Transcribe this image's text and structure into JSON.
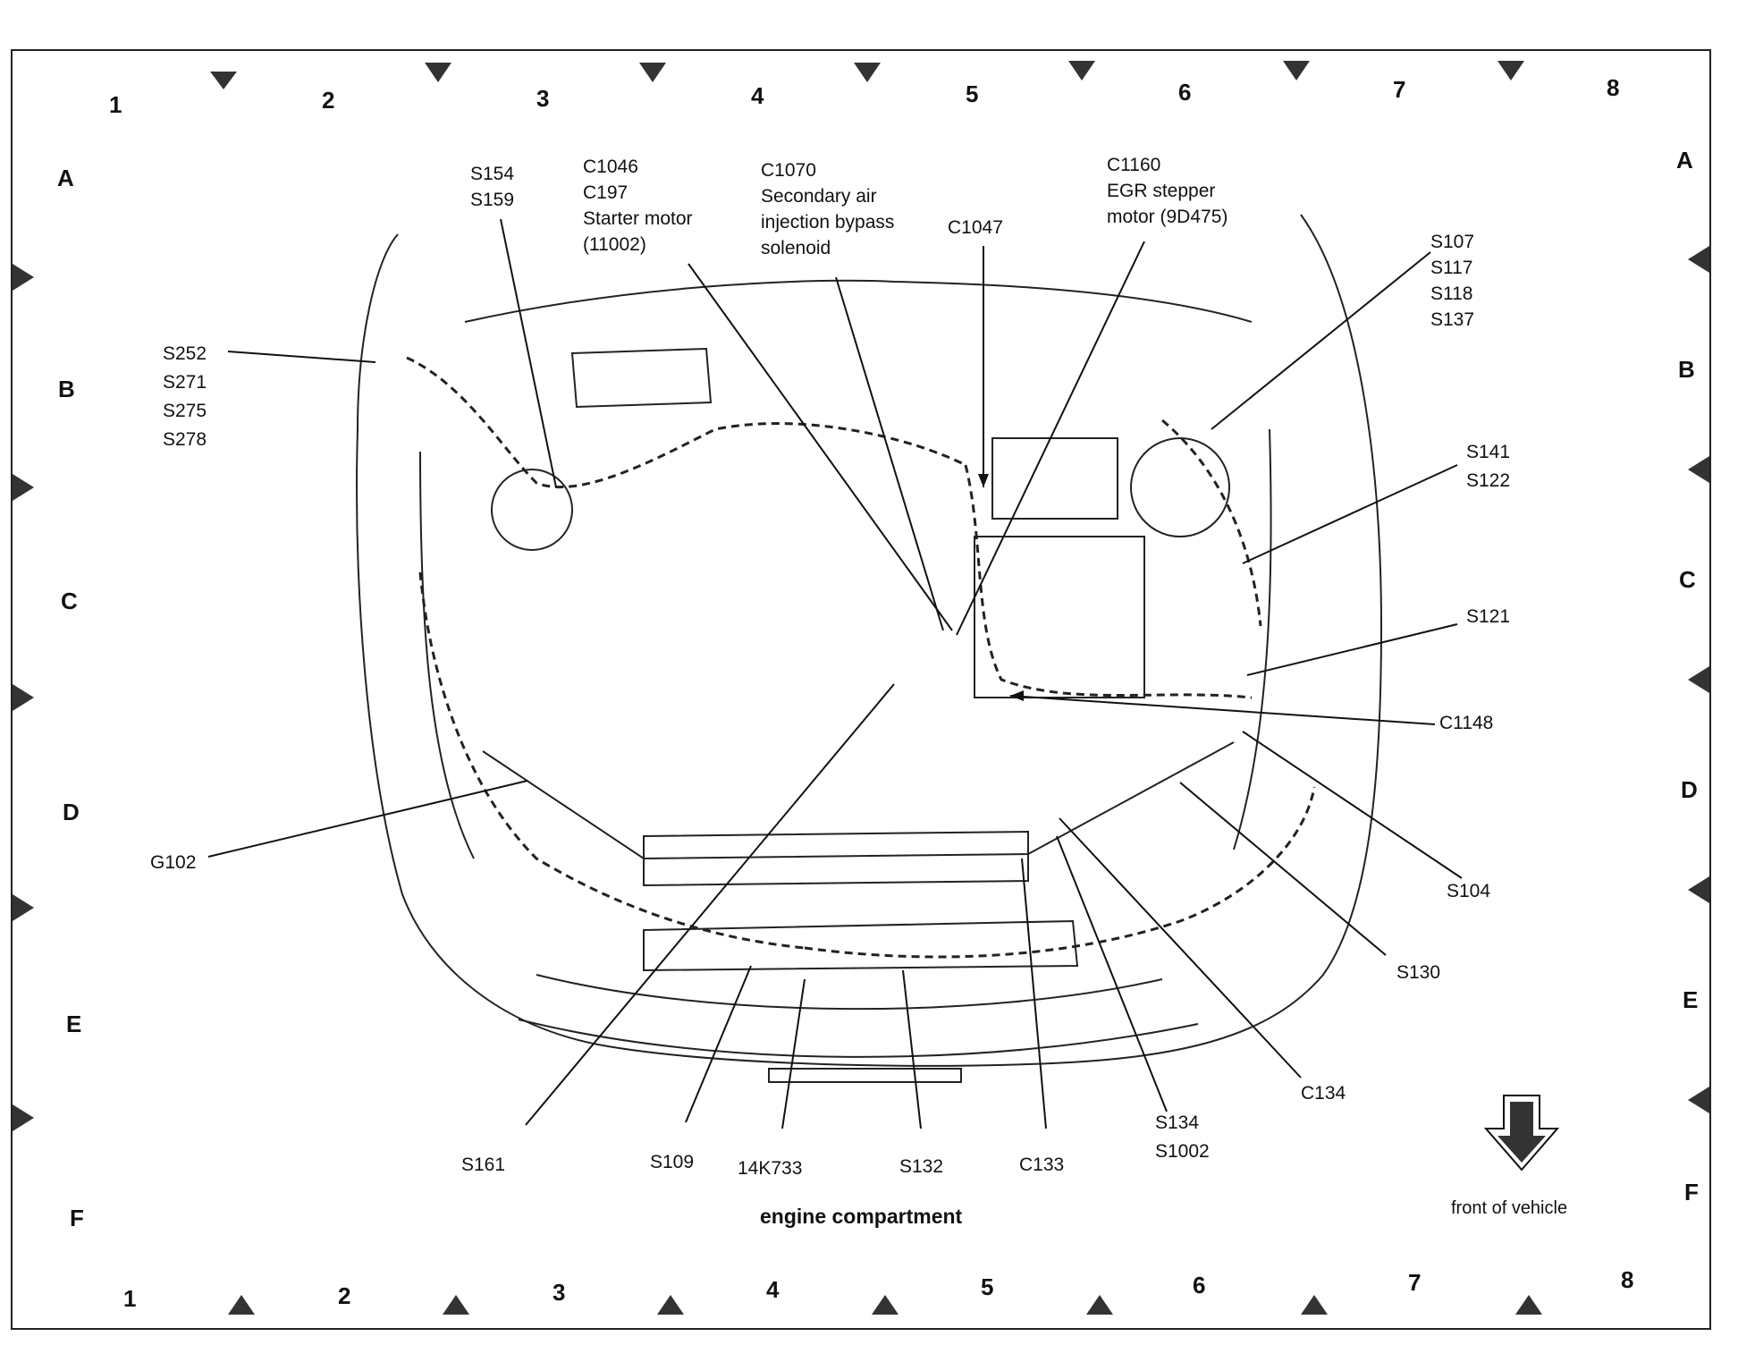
{
  "diagram": {
    "caption": "engine compartment",
    "front_of_vehicle": "front of vehicle",
    "grid_columns": [
      "1",
      "2",
      "3",
      "4",
      "5",
      "6",
      "7",
      "8"
    ],
    "grid_rows": [
      "A",
      "B",
      "C",
      "D",
      "E",
      "F"
    ],
    "labels": {
      "s154_s159": [
        "S154",
        "S159"
      ],
      "c1046_group": [
        "C1046",
        "C197",
        "Starter motor",
        "(11002)"
      ],
      "c1070_group": [
        "C1070",
        "Secondary air",
        "injection bypass",
        "solenoid"
      ],
      "c1047": [
        "C1047"
      ],
      "c1160_group": [
        "C1160",
        "EGR stepper",
        "motor (9D475)"
      ],
      "s107_group": [
        "S107",
        "S117",
        "S118",
        "S137"
      ],
      "s252_group": [
        "S252",
        "S271",
        "S275",
        "S278"
      ],
      "s141_s122": [
        "S141",
        "S122"
      ],
      "s121": [
        "S121"
      ],
      "c1148": [
        "C1148"
      ],
      "g102": [
        "G102"
      ],
      "s104": [
        "S104"
      ],
      "s130": [
        "S130"
      ],
      "c134": [
        "C134"
      ],
      "s134_s1002": [
        "S134",
        "S1002"
      ],
      "s161": [
        "S161"
      ],
      "s109": [
        "S109"
      ],
      "k14733": [
        "14K733"
      ],
      "s132": [
        "S132"
      ],
      "c133": [
        "C133"
      ]
    }
  }
}
